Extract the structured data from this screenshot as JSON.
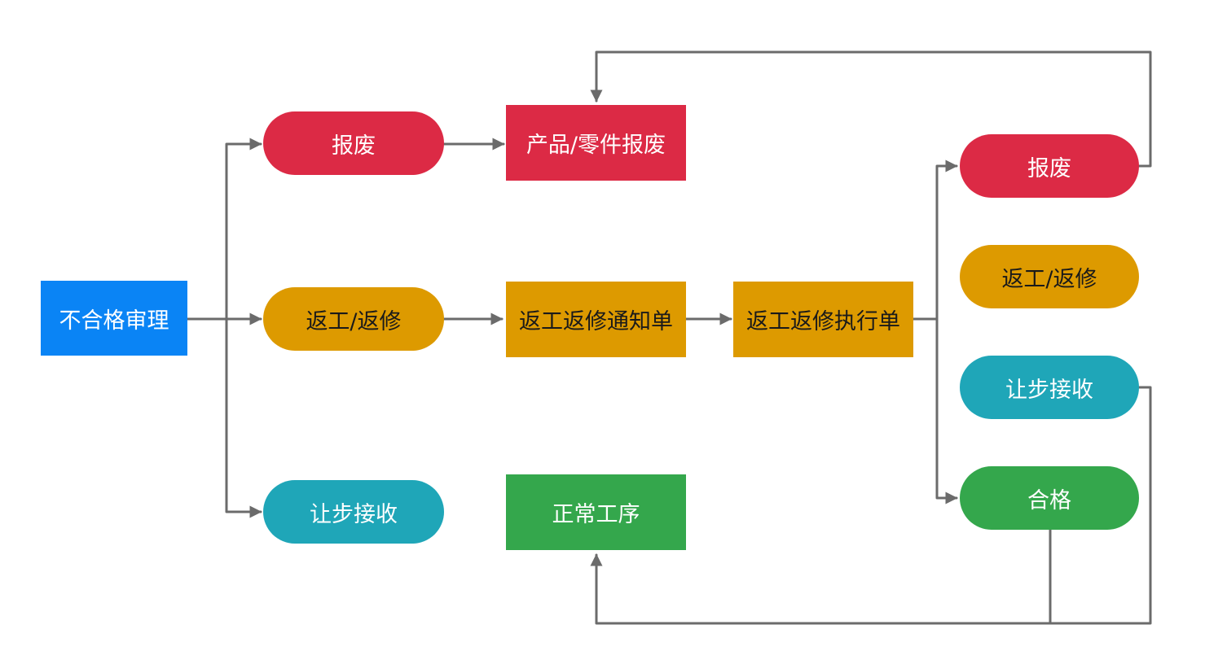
{
  "colors": {
    "blue": "#0a84f5",
    "red": "#dc2a45",
    "amber": "#dd9a00",
    "teal": "#1fa6b8",
    "green": "#34a74c",
    "connector": "#6b6b6b"
  },
  "nodes": {
    "review": {
      "label": "不合格审理"
    },
    "scrap": {
      "label": "报废"
    },
    "rework": {
      "label": "返工/返修"
    },
    "concession": {
      "label": "让步接收"
    },
    "part_scrap": {
      "label": "产品/零件报废"
    },
    "rework_notice": {
      "label": "返工返修通知单"
    },
    "rework_exec": {
      "label": "返工返修执行单"
    },
    "normal_process": {
      "label": "正常工序"
    },
    "result_scrap": {
      "label": "报废"
    },
    "result_rework": {
      "label": "返工/返修"
    },
    "result_concession": {
      "label": "让步接收"
    },
    "result_pass": {
      "label": "合格"
    }
  }
}
